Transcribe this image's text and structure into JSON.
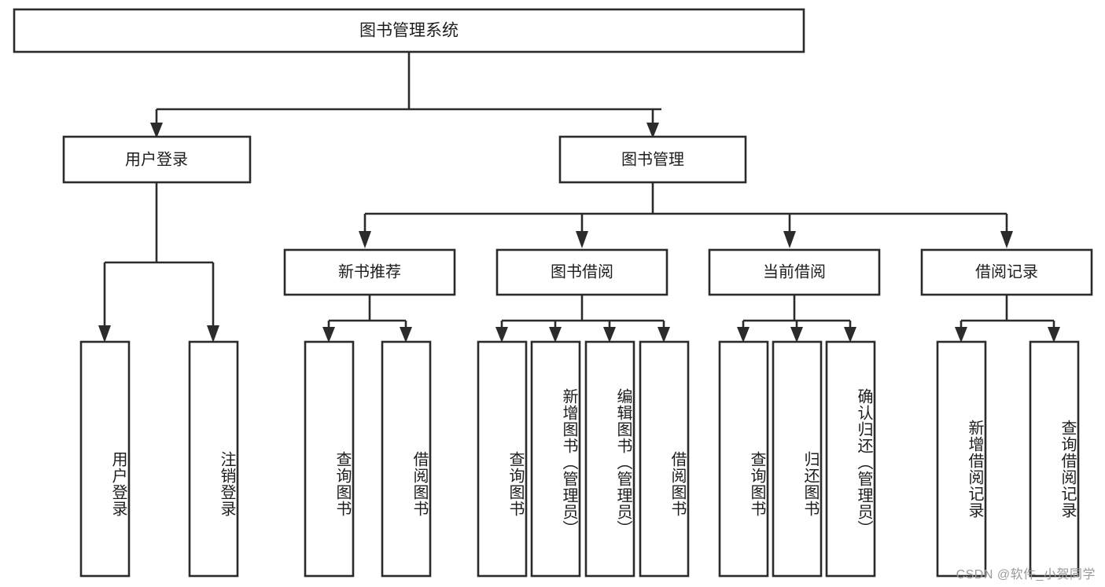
{
  "diagram": {
    "title": "图书管理系统",
    "watermark": "CSDN @软件_小贺同学",
    "type": "tree-hierarchy",
    "orientation": "top-down",
    "root": {
      "id": "root",
      "label": "图书管理系统"
    },
    "level2": [
      {
        "id": "user-login",
        "label": "用户登录"
      },
      {
        "id": "book-manage",
        "label": "图书管理"
      }
    ],
    "level3": [
      {
        "id": "new-book-recommend",
        "label": "新书推荐",
        "parent": "book-manage"
      },
      {
        "id": "book-borrow",
        "label": "图书借阅",
        "parent": "book-manage"
      },
      {
        "id": "current-borrow",
        "label": "当前借阅",
        "parent": "book-manage"
      },
      {
        "id": "borrow-record",
        "label": "借阅记录",
        "parent": "book-manage"
      }
    ],
    "leaves": {
      "user-login": [
        {
          "id": "leaf-user-login",
          "label": "用户登录"
        },
        {
          "id": "leaf-logout-login",
          "label": "注销登录"
        }
      ],
      "new-book-recommend": [
        {
          "id": "leaf-query-book-1",
          "label": "查询图书"
        },
        {
          "id": "leaf-borrow-book-1",
          "label": "借阅图书"
        }
      ],
      "book-borrow": [
        {
          "id": "leaf-query-book-2",
          "label": "查询图书"
        },
        {
          "id": "leaf-add-book",
          "label": "新增图书（管理员）"
        },
        {
          "id": "leaf-edit-book",
          "label": "编辑图书（管理员）"
        },
        {
          "id": "leaf-borrow-book-2",
          "label": "借阅图书"
        }
      ],
      "current-borrow": [
        {
          "id": "leaf-query-book-3",
          "label": "查询图书"
        },
        {
          "id": "leaf-return-book",
          "label": "归还图书"
        },
        {
          "id": "leaf-confirm-return",
          "label": "确认归还（管理员）"
        }
      ],
      "borrow-record": [
        {
          "id": "leaf-add-record",
          "label": "新增借阅记录"
        },
        {
          "id": "leaf-query-record",
          "label": "查询借阅记录"
        }
      ]
    },
    "colors": {
      "stroke": "#2b2b2b",
      "fill": "#ffffff",
      "text": "#1d1d1d",
      "watermark": "#9a9a9a",
      "background": "#ffffff"
    }
  }
}
